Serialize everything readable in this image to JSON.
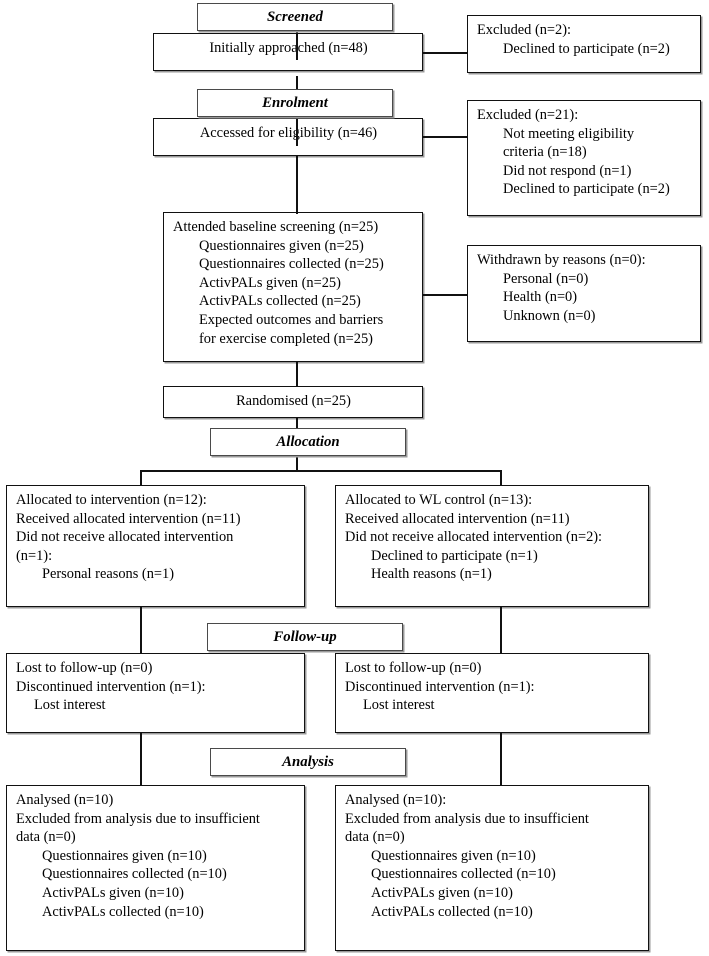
{
  "diagram": {
    "title": "CONSORT participant flow diagram",
    "stages": [
      {
        "id": "screened",
        "label": "Screened"
      },
      {
        "id": "enrolment",
        "label": "Enrolment"
      },
      {
        "id": "allocation",
        "label": "Allocation"
      },
      {
        "id": "followup",
        "label": "Follow-up"
      },
      {
        "id": "analysis",
        "label": "Analysis"
      }
    ],
    "boxes": {
      "initially_approached": {
        "lines": [
          {
            "text": "Initially approached (n=48)",
            "indent": 0,
            "align": "center"
          }
        ]
      },
      "excluded_1": {
        "lines": [
          {
            "text": "Excluded (n=2):",
            "indent": 0
          },
          {
            "text": "Declined to participate (n=2)",
            "indent": 1
          }
        ]
      },
      "accessed_eligibility": {
        "lines": [
          {
            "text": "Accessed for eligibility (n=46)",
            "indent": 0,
            "align": "center"
          }
        ]
      },
      "excluded_2": {
        "lines": [
          {
            "text": "Excluded (n=21):",
            "indent": 0
          },
          {
            "text": "Not meeting eligibility",
            "indent": 1
          },
          {
            "text": "criteria (n=18)",
            "indent": 1
          },
          {
            "text": "Did not respond (n=1)",
            "indent": 1
          },
          {
            "text": "Declined to participate (n=2)",
            "indent": 1
          }
        ]
      },
      "baseline_screening": {
        "lines": [
          {
            "text": "Attended baseline screening (n=25)",
            "indent": 0
          },
          {
            "text": "Questionnaires given (n=25)",
            "indent": 1
          },
          {
            "text": "Questionnaires collected (n=25)",
            "indent": 1
          },
          {
            "text": "ActivPALs given (n=25)",
            "indent": 1
          },
          {
            "text": "ActivPALs collected (n=25)",
            "indent": 1
          },
          {
            "text": "Expected outcomes and barriers",
            "indent": 1
          },
          {
            "text": "for exercise completed (n=25)",
            "indent": 1
          }
        ]
      },
      "withdrawn": {
        "lines": [
          {
            "text": "Withdrawn by reasons (n=0):",
            "indent": 0
          },
          {
            "text": "Personal (n=0)",
            "indent": 1
          },
          {
            "text": "Health (n=0)",
            "indent": 1
          },
          {
            "text": "Unknown (n=0)",
            "indent": 1
          }
        ]
      },
      "randomised": {
        "lines": [
          {
            "text": "Randomised (n=25)",
            "indent": 0,
            "align": "center"
          }
        ]
      },
      "allocated_intervention": {
        "lines": [
          {
            "text": "Allocated to intervention (n=12):",
            "indent": 0
          },
          {
            "text": "Received allocated intervention (n=11)",
            "indent": 0
          },
          {
            "text": "Did not receive allocated intervention",
            "indent": 0
          },
          {
            "text": "(n=1):",
            "indent": 0
          },
          {
            "text": "Personal reasons (n=1)",
            "indent": 1
          }
        ]
      },
      "allocated_control": {
        "lines": [
          {
            "text": "Allocated to WL control (n=13):",
            "indent": 0
          },
          {
            "text": "Received allocated intervention (n=11)",
            "indent": 0
          },
          {
            "text": "Did not receive allocated intervention (n=2):",
            "indent": 0
          },
          {
            "text": "Declined to participate (n=1)",
            "indent": 1
          },
          {
            "text": "Health reasons (n=1)",
            "indent": 1
          }
        ]
      },
      "followup_left": {
        "lines": [
          {
            "text": "Lost to follow-up (n=0)",
            "indent": 0
          },
          {
            "text": "Discontinued intervention (n=1):",
            "indent": 0
          },
          {
            "text": "Lost interest",
            "indent": 2
          }
        ]
      },
      "followup_right": {
        "lines": [
          {
            "text": "Lost to follow-up (n=0)",
            "indent": 0
          },
          {
            "text": "Discontinued intervention (n=1):",
            "indent": 0
          },
          {
            "text": "Lost interest",
            "indent": 2
          }
        ]
      },
      "analysis_left": {
        "lines": [
          {
            "text": "Analysed (n=10)",
            "indent": 0
          },
          {
            "text": "Excluded from analysis due to insufficient",
            "indent": 0
          },
          {
            "text": "data (n=0)",
            "indent": 0
          },
          {
            "text": "Questionnaires given (n=10)",
            "indent": 1
          },
          {
            "text": "Questionnaires collected (n=10)",
            "indent": 1
          },
          {
            "text": "ActivPALs given (n=10)",
            "indent": 1
          },
          {
            "text": "ActivPALs collected (n=10)",
            "indent": 1
          }
        ]
      },
      "analysis_right": {
        "lines": [
          {
            "text": "Analysed (n=10):",
            "indent": 0
          },
          {
            "text": "Excluded from analysis due to insufficient",
            "indent": 0
          },
          {
            "text": "data (n=0)",
            "indent": 0
          },
          {
            "text": "Questionnaires given (n=10)",
            "indent": 1
          },
          {
            "text": "Questionnaires collected (n=10)",
            "indent": 1
          },
          {
            "text": "ActivPALs given (n=10)",
            "indent": 1
          },
          {
            "text": "ActivPALs collected (n=10)",
            "indent": 1
          }
        ]
      }
    },
    "colors": {
      "box_border": "#111111",
      "stage_border": "#4a4a4a",
      "shadow": "#9a9a9a",
      "background": "#ffffff",
      "text": "#000000"
    }
  }
}
